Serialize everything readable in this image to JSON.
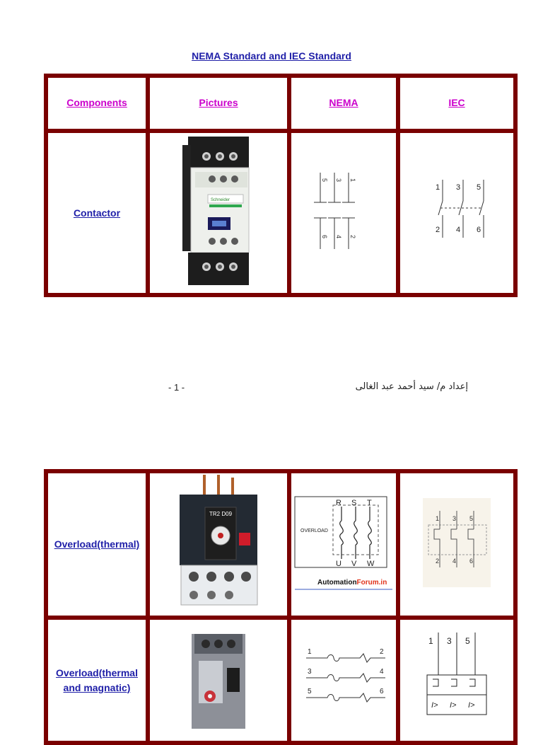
{
  "title": "NEMA Standard and IEC Standard",
  "headers": {
    "components": "Components",
    "pictures": "Pictures",
    "nema": "NEMA",
    "iec": "IEC"
  },
  "rows": [
    {
      "component": "Contactor"
    },
    {
      "component": "Overload(thermal)"
    },
    {
      "component_line1": "Overload(thermal",
      "component_line2": "and magnatic)"
    }
  ],
  "contactor": {
    "brand": "Schneider",
    "nema_terminals_top": [
      "5",
      "3",
      "1"
    ],
    "nema_terminals_bottom": [
      "6",
      "4",
      "2"
    ],
    "iec_terminals_top": [
      "1",
      "3",
      "5"
    ],
    "iec_terminals_bottom": [
      "2",
      "4",
      "6"
    ]
  },
  "overload_thermal": {
    "model": "TR2 D09",
    "nema_label": "OVERLOAD",
    "nema_phases_top": [
      "R",
      "S",
      "T"
    ],
    "nema_phases_bottom": [
      "U",
      "V",
      "W"
    ],
    "watermark_part1": "Automation",
    "watermark_part2": "Forum.in",
    "iec_top": [
      "1",
      "3",
      "5"
    ],
    "iec_bottom": [
      "2",
      "4",
      "6"
    ]
  },
  "overload_magnetic": {
    "nema_pairs": [
      [
        "1",
        "2"
      ],
      [
        "3",
        "4"
      ],
      [
        "5",
        "6"
      ]
    ],
    "iec_top": [
      "1",
      "3",
      "5"
    ],
    "iec_symbol": "I>"
  },
  "footer": {
    "page": "- 1 -",
    "author": "إعداد م/ سيد أحمد عبد الغالى"
  }
}
